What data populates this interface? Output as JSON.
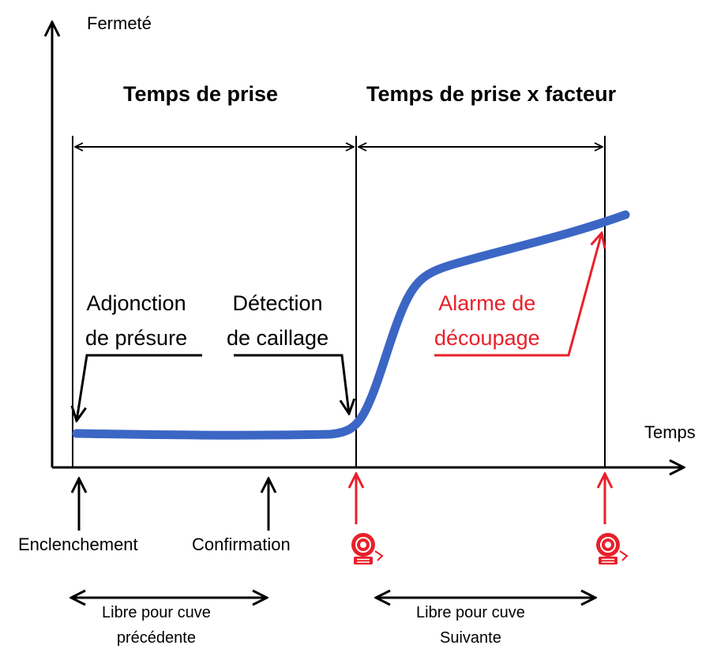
{
  "axes": {
    "y_label": "Fermeté",
    "x_label": "Temps"
  },
  "headers": {
    "setting_time": "Temps de prise",
    "setting_time_factor": "Temps de prise x facteur"
  },
  "annotations": {
    "rennet_line1": "Adjonction",
    "rennet_line2": "de présure",
    "curd_line1": "Détection",
    "curd_line2": "de caillage",
    "alarm_line1": "Alarme de",
    "alarm_line2": "découpage"
  },
  "events": {
    "start": "Enclenchement",
    "confirm": "Confirmation"
  },
  "free_spans": {
    "previous_line1": "Libre pour cuve",
    "previous_line2": "précédente",
    "next_line1": "Libre pour cuve",
    "next_line2": "Suivante"
  },
  "colors": {
    "curve": "#3b66c4",
    "alarm": "#e8202a",
    "ink": "#000000"
  },
  "icons": {
    "alarm_bell": "alarm-bell-icon"
  }
}
